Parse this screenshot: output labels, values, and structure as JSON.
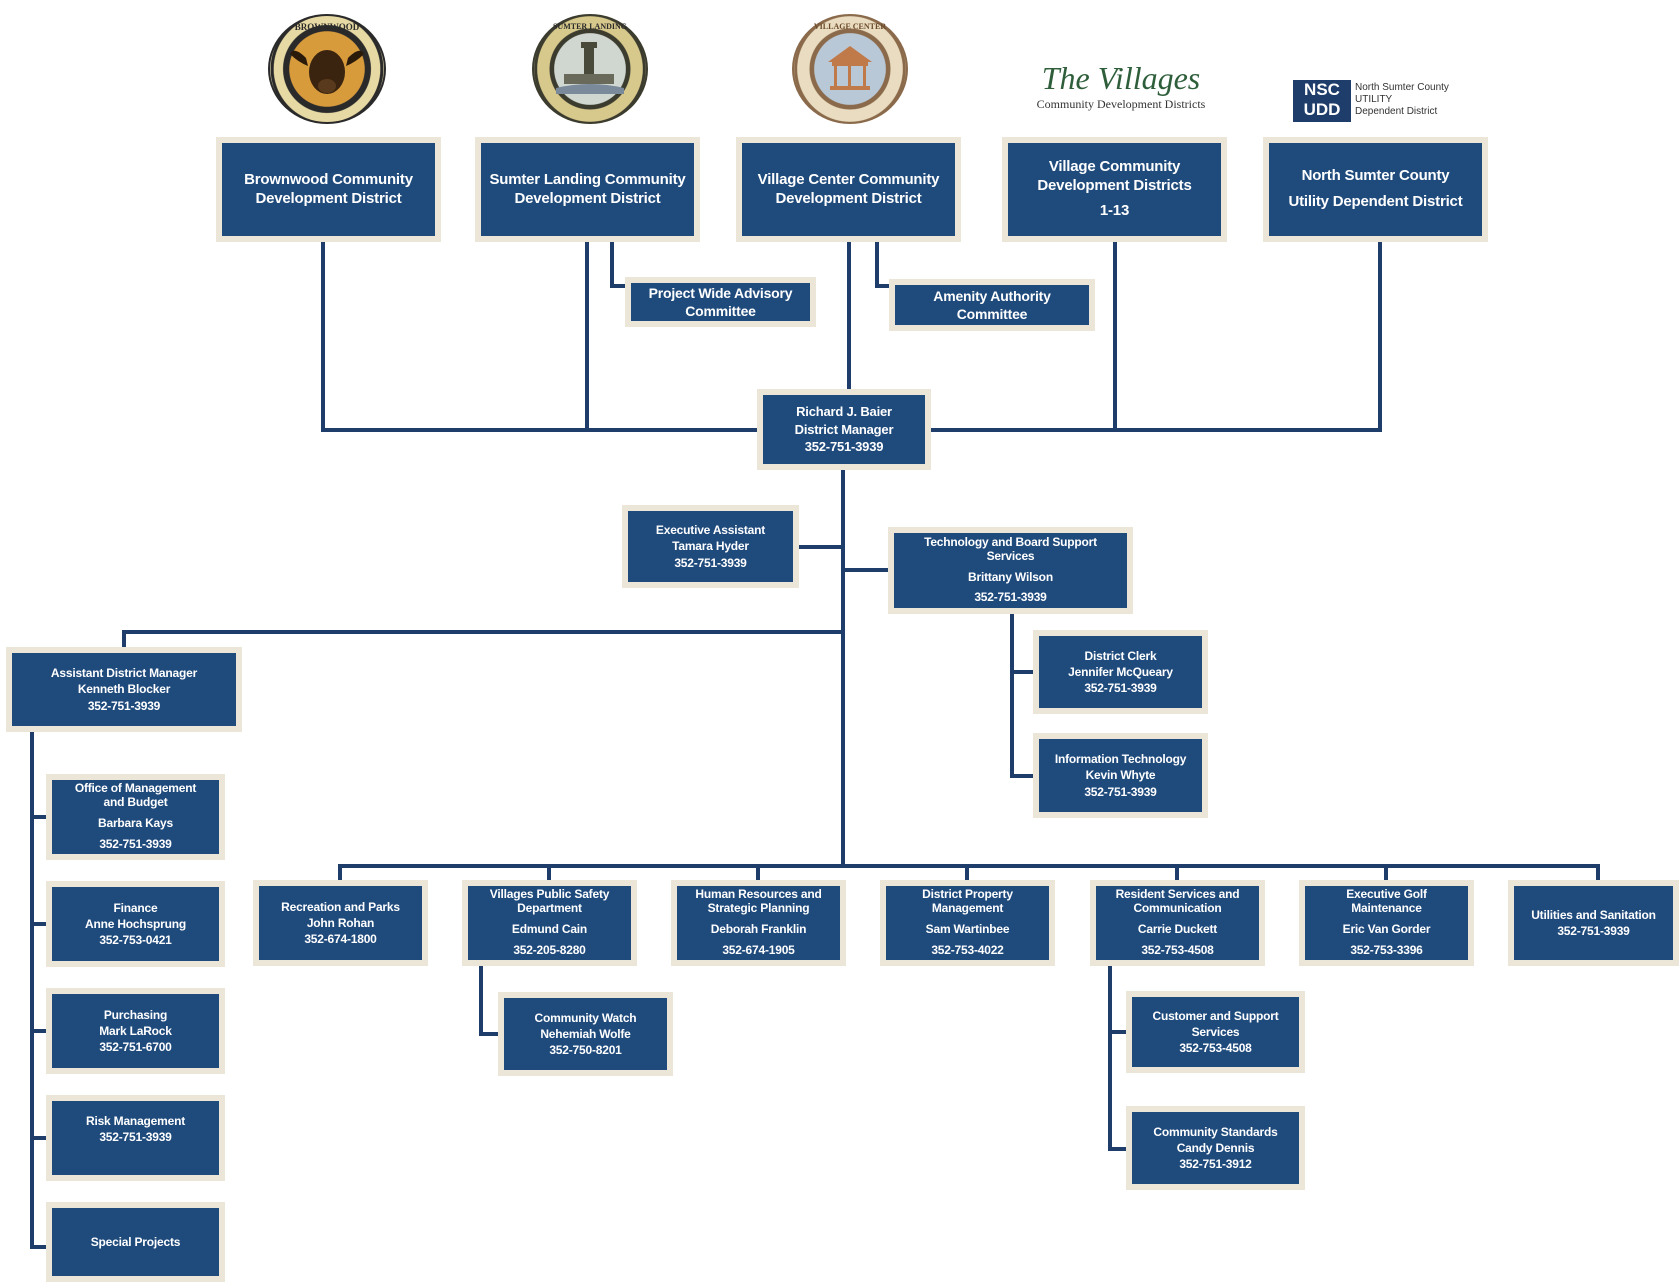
{
  "logos": {
    "brownwood": "BROWNWOOD",
    "sumter_landing": "SUMTER LANDING",
    "village_center": "VILLAGE CENTER",
    "the_villages": {
      "name": "The Villages",
      "sub": "Community Development Districts"
    },
    "nscudd": {
      "abbr_top": "NSC",
      "abbr_bottom": "UDD",
      "name_1": "North Sumter County",
      "name_2": "UTILITY",
      "name_3": "Dependent District"
    }
  },
  "districts": [
    {
      "lines": [
        "Brownwood Community",
        "Development District"
      ]
    },
    {
      "lines": [
        "Sumter Landing Community",
        "Development District"
      ]
    },
    {
      "lines": [
        "Village Center Community",
        "Development District"
      ]
    },
    {
      "lines": [
        "Village Community",
        "Development Districts",
        "1-13"
      ]
    },
    {
      "lines": [
        "North Sumter County",
        "Utility Dependent District"
      ]
    }
  ],
  "committees": {
    "project_wide": [
      "Project Wide Advisory",
      "Committee"
    ],
    "amenity": [
      "Amenity Authority",
      "Committee"
    ]
  },
  "manager": {
    "name": "Richard J. Baier",
    "title": "District Manager",
    "phone": "352-751-3939"
  },
  "executive_assistant": {
    "title": "Executive Assistant",
    "name": "Tamara Hyder",
    "phone": "352-751-3939"
  },
  "tech_board": {
    "title_1": "Technology and Board Support",
    "title_2": "Services",
    "name": "Brittany Wilson",
    "phone": "352-751-3939"
  },
  "district_clerk": {
    "title": "District Clerk",
    "name": "Jennifer McQueary",
    "phone": "352-751-3939"
  },
  "info_tech": {
    "title": "Information Technology",
    "name": "Kevin Whyte",
    "phone": "352-751-3939"
  },
  "assistant_manager": {
    "title": "Assistant District Manager",
    "name": "Kenneth Blocker",
    "phone": "352-751-3939"
  },
  "left_column": [
    {
      "lines": [
        "Office of Management",
        "and Budget"
      ],
      "name": "Barbara Kays",
      "phone": "352-751-3939"
    },
    {
      "lines": [
        "Finance"
      ],
      "name": "Anne Hochsprung",
      "phone": "352-753-0421"
    },
    {
      "lines": [
        "Purchasing"
      ],
      "name": "Mark LaRock",
      "phone": "352-751-6700"
    },
    {
      "lines": [
        "Risk Management"
      ],
      "name": "",
      "phone": "352-751-3939"
    },
    {
      "lines": [
        "Special Projects"
      ],
      "name": "",
      "phone": ""
    }
  ],
  "departments": [
    {
      "lines": [
        "Recreation and Parks"
      ],
      "name": "John Rohan",
      "phone": "352-674-1800"
    },
    {
      "lines": [
        "Villages Public Safety",
        "Department"
      ],
      "name": "Edmund Cain",
      "phone": "352-205-8280"
    },
    {
      "lines": [
        "Human Resources and",
        "Strategic Planning"
      ],
      "name": "Deborah Franklin",
      "phone": "352-674-1905"
    },
    {
      "lines": [
        "District Property",
        "Management"
      ],
      "name": "Sam Wartinbee",
      "phone": "352-753-4022"
    },
    {
      "lines": [
        "Resident Services and",
        "Communication"
      ],
      "name": "Carrie Duckett",
      "phone": "352-753-4508"
    },
    {
      "lines": [
        "Executive Golf",
        "Maintenance"
      ],
      "name": "Eric Van Gorder",
      "phone": "352-753-3396"
    },
    {
      "lines": [
        "Utilities and Sanitation"
      ],
      "name": "",
      "phone": "352-751-3939"
    }
  ],
  "community_watch": {
    "title": "Community Watch",
    "name": "Nehemiah Wolfe",
    "phone": "352-750-8201"
  },
  "customer_support": {
    "title_1": "Customer and Support",
    "title_2": "Services",
    "phone": "352-753-4508"
  },
  "community_standards": {
    "title": "Community Standards",
    "name": "Candy Dennis",
    "phone": "352-751-3912"
  }
}
